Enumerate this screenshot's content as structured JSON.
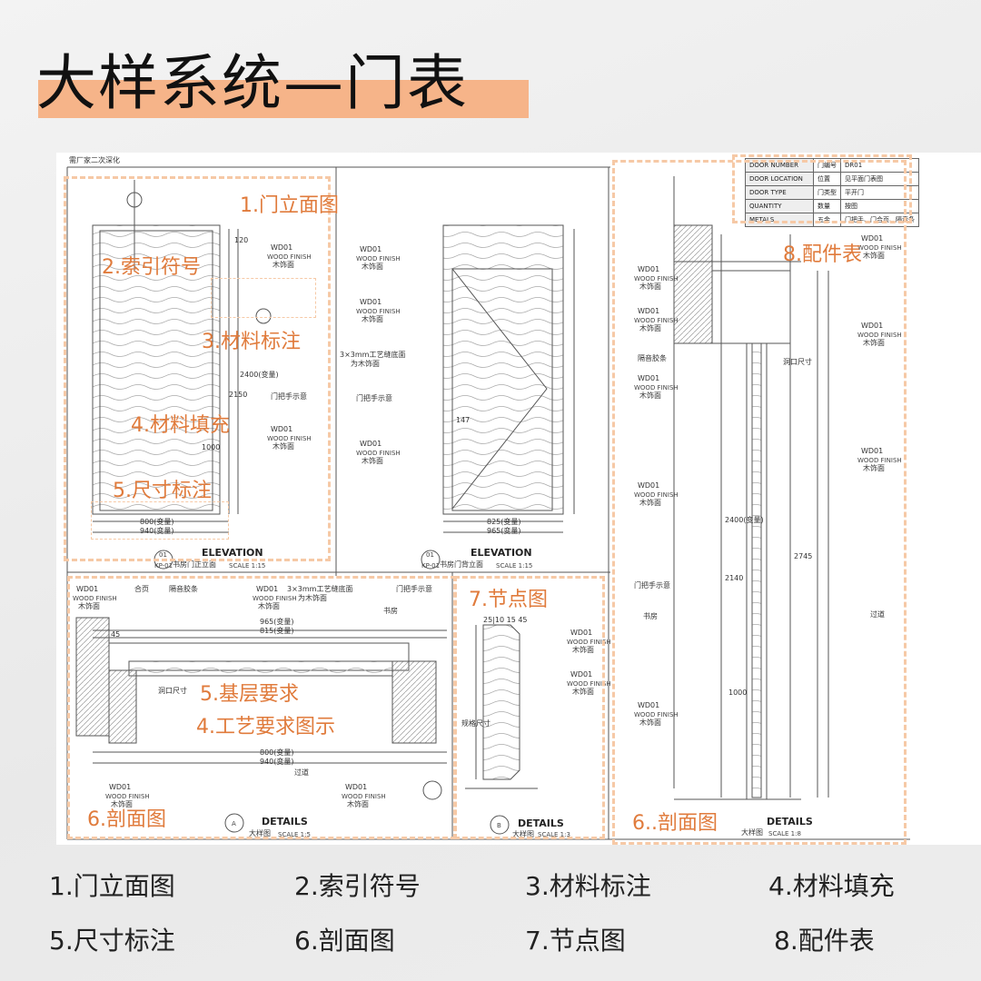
{
  "title": "大样系统—门表",
  "sheet": {
    "header": "需厂家二次深化",
    "door_table": [
      {
        "key": "DOOR NUMBER",
        "cn": "门编号",
        "val": "DR01"
      },
      {
        "key": "DOOR LOCATION",
        "cn": "位置",
        "val": "见平面门表图"
      },
      {
        "key": "DOOR TYPE",
        "cn": "门类型",
        "val": "平开门"
      },
      {
        "key": "QUANTITY",
        "cn": "数量",
        "val": "按图"
      },
      {
        "key": "METALS",
        "cn": "五金",
        "val": "门把手、门合页、隔音条"
      }
    ],
    "finish_code": "WD",
    "finish_no": "01",
    "finish_en": "WOOD FINISH",
    "finish_cn": "木饰面",
    "elev": {
      "heading": "ELEVATION",
      "no": "01",
      "sheet": "KP-01",
      "left_sub": "书房门正立面",
      "right_sub": "书房门背立面",
      "scale": "SCALE 1:15",
      "handle": "门把手示意",
      "groove": "3×3mm工艺缝底面",
      "groove2": "为木饰面",
      "w1": "800(变量)",
      "w2": "940(变量)",
      "w3": "825(变量)",
      "w4": "965(变量)",
      "h1": "2150",
      "h2": "2400(变量)",
      "h3": "1000",
      "d1": "120",
      "d2": "147"
    },
    "sectA": {
      "heading": "DETAILS",
      "letter": "A",
      "sub": "大样图",
      "scale": "SCALE 1:5",
      "hinge": "合页",
      "seal": "隔音胶条",
      "groove": "3×3mm工艺缝底面",
      "groove2": "为木饰面",
      "handle": "门把手示意",
      "room1": "书房",
      "room2": "过道",
      "w1": "965(变量)",
      "w2": "815(变量)",
      "w3": "800(变量)",
      "w4": "940(变量)",
      "d": "45",
      "opening": "洞口尺寸"
    },
    "sectB": {
      "heading": "DETAILS",
      "letter": "B",
      "sub": "大样图",
      "scale": "SCALE 1:3",
      "dims": "25|10 15 45",
      "size": "规格尺寸"
    },
    "sectC": {
      "heading": "DETAILS",
      "sub": "大样图",
      "scale": "SCALE 1:8",
      "seal": "隔音胶条",
      "handle": "门把手示意",
      "room1": "书房",
      "room2": "过道",
      "h1": "2400(变量)",
      "h2": "2745",
      "h3": "2140",
      "h4": "1000",
      "opening": "洞口尺寸"
    }
  },
  "tags": {
    "t1": "1.门立面图",
    "t2": "2.索引符号",
    "t3": "3.材料标注",
    "t4": "4.材料填充",
    "t5": "5.尺寸标注",
    "t6": "6.剖面图",
    "t7": "7.节点图",
    "t8": "8.配件表",
    "t9": "5.基层要求",
    "t10": "4.工艺要求图示",
    "t11": "6..剖面图"
  },
  "legend": [
    "1.门立面图",
    "2.索引符号",
    "3.材料标注",
    "4.材料填充",
    "5.尺寸标注",
    "6.剖面图",
    "7.节点图",
    "8.配件表"
  ],
  "colors": {
    "highlight": "#f6b489",
    "accent": "#e07b3c",
    "dash": "#f6c9a6"
  }
}
